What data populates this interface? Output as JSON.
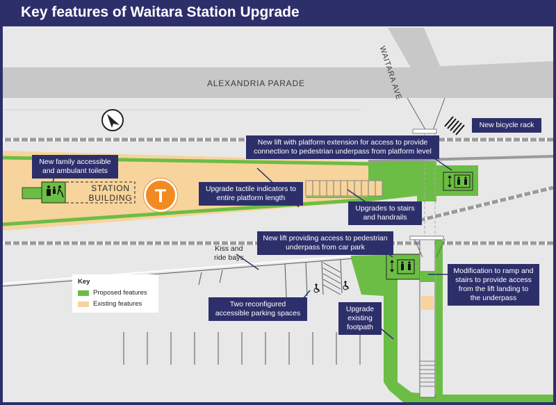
{
  "title": "Key features of Waitara Station Upgrade",
  "roads": {
    "alexandria_parade": "ALEXANDRIA PARADE",
    "waitara_ave": "WAITARA AVE"
  },
  "station_building": {
    "line1": "STATION",
    "line2": "BUILDING"
  },
  "train_logo": "T",
  "callouts": {
    "bicycle_rack": "New bicycle rack",
    "lift_platform_line1": "New lift with platform extension for access to provide",
    "lift_platform_line2": "connection to pedestrian underpass from platform level",
    "toilets_line1": "New family accessible",
    "toilets_line2": "and ambulant toilets",
    "tactile_line1": "Upgrade tactile indicators to",
    "tactile_line2": "entire platform length",
    "stairs_line1": "Upgrades to stairs",
    "stairs_line2": "and handrails",
    "lift_carpark_line1": "New lift providing access to pedestrian",
    "lift_carpark_line2": "underpass from car park",
    "ramp_line1": "Modification to ramp and",
    "ramp_line2": "stairs to provide access",
    "ramp_line3": "from the lift landing to",
    "ramp_line4": "the underpass",
    "parking_line1": "Two reconfigured",
    "parking_line2": "accessible parking spaces",
    "footpath_line1": "Upgrade",
    "footpath_line2": "existing",
    "footpath_line3": "footpath"
  },
  "kiss_ride": {
    "line1": "Kiss and",
    "line2": "ride bays"
  },
  "legend": {
    "title": "Key",
    "items": [
      {
        "label": "Proposed features",
        "color": "#6cbd45"
      },
      {
        "label": "Existing features",
        "color": "#f7d49b"
      }
    ]
  },
  "colors": {
    "title_bar": "#2d2f6b",
    "proposed": "#6cbd45",
    "existing": "#f7d49b",
    "road": "#c8c8c8",
    "ground": "#e8e8e8",
    "accent_orange": "#f18a21"
  }
}
